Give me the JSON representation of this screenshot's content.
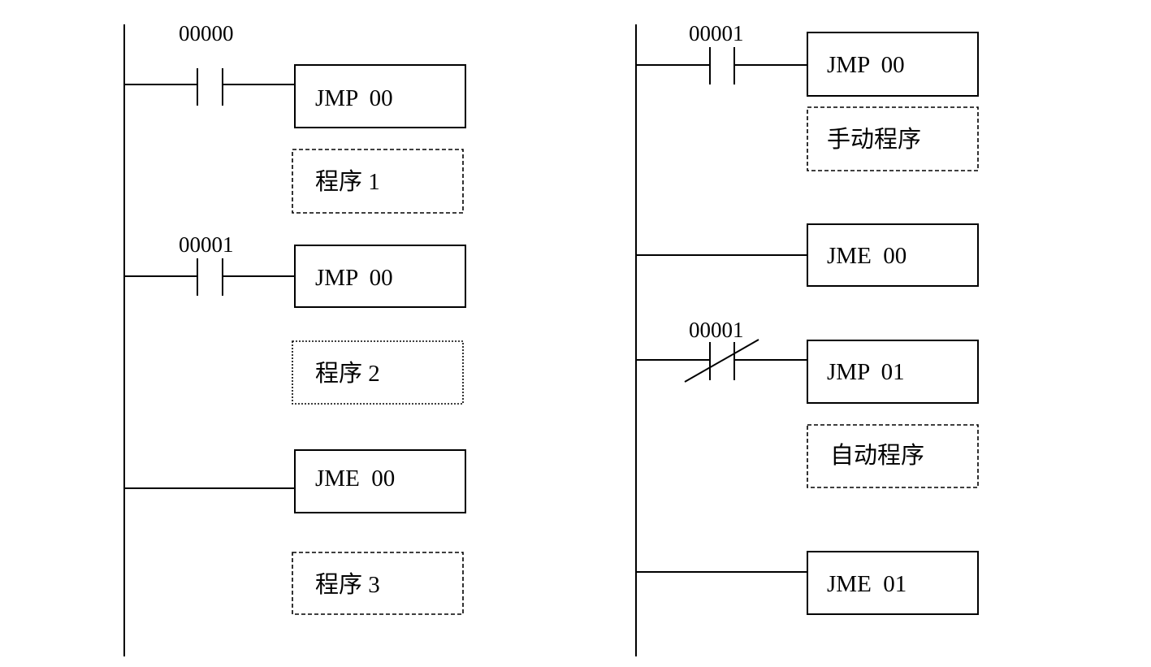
{
  "left_ladder": {
    "contact_1": {
      "address": "00000",
      "type": "normally-open"
    },
    "instr_1": "JMP  00",
    "program_1": "程序 1",
    "contact_2": {
      "address": "00001",
      "type": "normally-open"
    },
    "instr_2": "JMP  00",
    "program_2": "程序 2",
    "instr_3": "JME  00",
    "program_3": "程序 3"
  },
  "right_ladder": {
    "contact_1": {
      "address": "00001",
      "type": "normally-open"
    },
    "instr_1": "JMP  00",
    "program_1": "手动程序",
    "instr_2": "JME  00",
    "contact_2": {
      "address": "00001",
      "type": "normally-closed"
    },
    "instr_3": "JMP  01",
    "program_2": "自动程序",
    "instr_4": "JME  01"
  }
}
